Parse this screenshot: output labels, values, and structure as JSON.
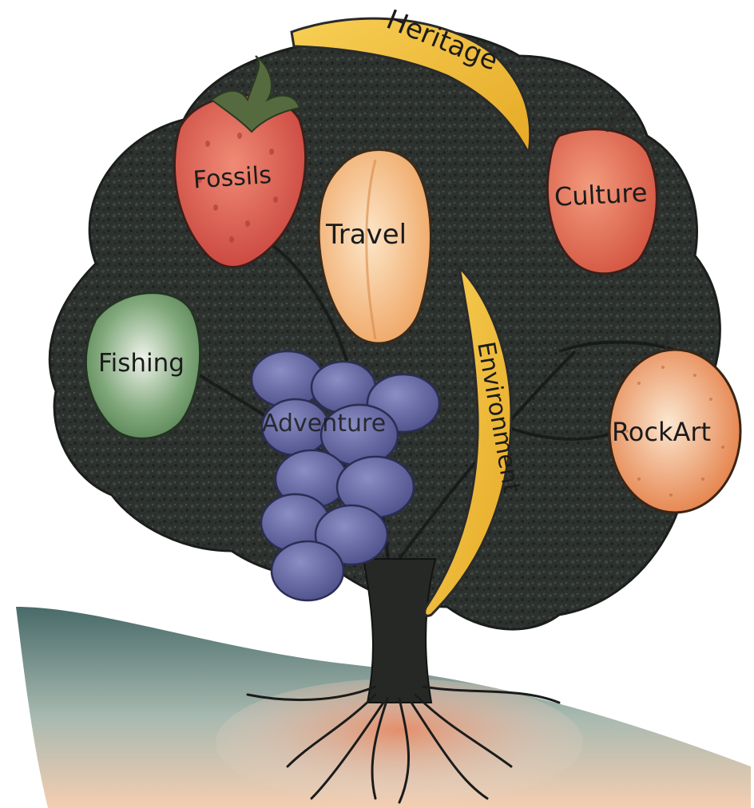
{
  "fruits": {
    "heritage": "Heritage",
    "fossils": "Fossils",
    "travel": "Travel",
    "culture": "Culture",
    "fishing": "Fishing",
    "adventure": "Adventure",
    "environment": "Environment",
    "rockart": "RockArt"
  },
  "colors": {
    "canopy": "#2b2f2c",
    "trunk": "#2a2a2a",
    "banana": "#f2bd36",
    "strawberry": "#d9554a",
    "peach": "#f5c08a",
    "apple": "#e0664e",
    "green_apple": "#5c8a5a",
    "grapes": "#5c5f9c",
    "orange": "#e8864a"
  }
}
